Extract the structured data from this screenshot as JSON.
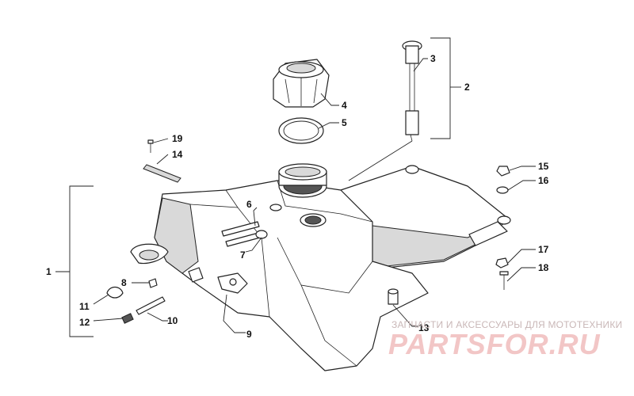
{
  "callouts": {
    "c1": "1",
    "c2": "2",
    "c3": "3",
    "c4": "4",
    "c5": "5",
    "c6": "6",
    "c7": "7",
    "c8": "8",
    "c9": "9",
    "c10": "10",
    "c11": "11",
    "c12": "12",
    "c13": "13",
    "c14": "14",
    "c15": "15",
    "c16": "16",
    "c17": "17",
    "c18": "18",
    "c19": "19"
  },
  "watermark": {
    "tagline": "ЗАПЧАСТИ И АКСЕССУАРЫ ДЛЯ МОТОТЕХНИКИ",
    "brand": "PARTSFOR.RU"
  },
  "colors": {
    "line": "#222222",
    "watermark": "#f2c6c6",
    "background": "#ffffff"
  }
}
